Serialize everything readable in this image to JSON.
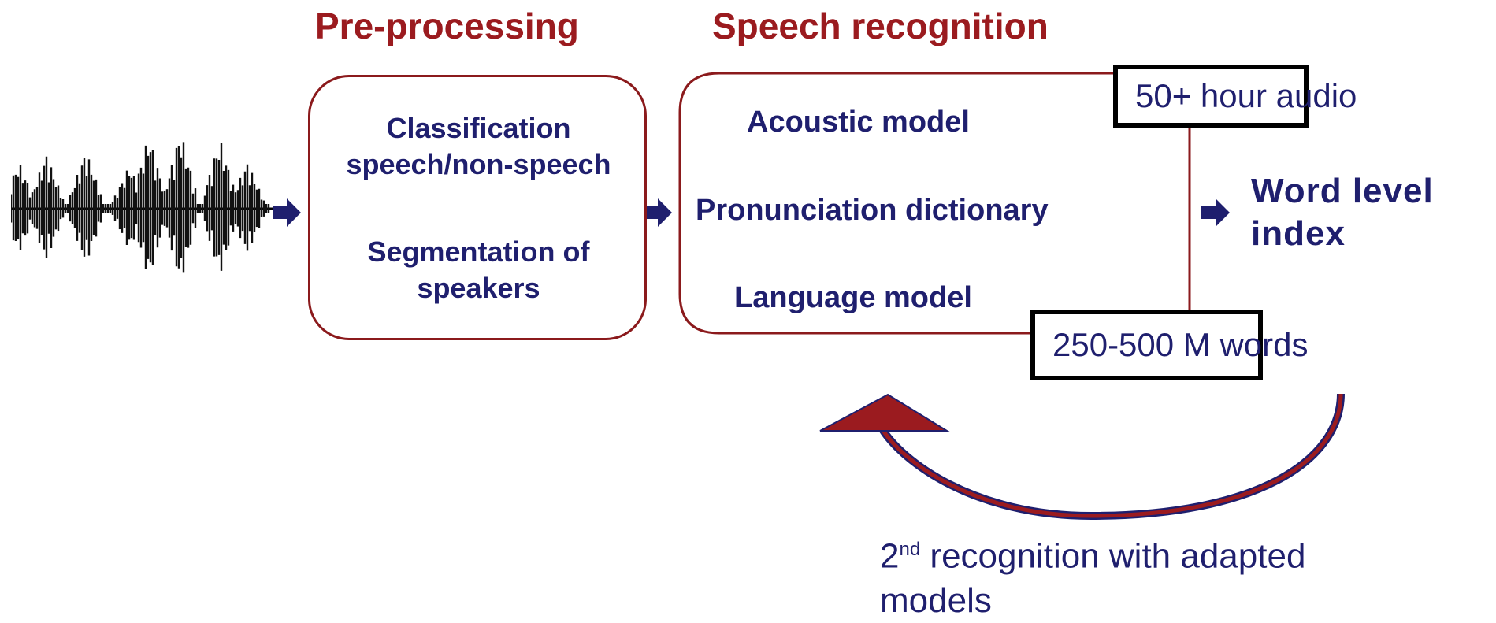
{
  "headers": {
    "preprocessing": "Pre-processing",
    "speech_recognition": "Speech recognition"
  },
  "preprocessing_box": {
    "line1a": "Classification",
    "line1b": "speech/non-speech",
    "line2a": "Segmentation of",
    "line2b": "speakers"
  },
  "recognition_box": {
    "acoustic": "Acoustic model",
    "pronunciation": "Pronunciation dictionary",
    "language": "Language model"
  },
  "audio_box": "50+ hour audio",
  "words_box": "250-500 M words",
  "output": {
    "line1": "Word level",
    "line2": "index"
  },
  "feedback_note": {
    "number": "2",
    "superscript": "nd",
    "text": " recognition with adapted",
    "line2": "models"
  },
  "colors": {
    "header_red": "#9b1b1f",
    "box_border": "#8b1a1c",
    "navy": "#1f1f6e"
  },
  "icons": [
    "waveform-icon",
    "arrow-right-icon",
    "curved-feedback-arrow-icon"
  ]
}
